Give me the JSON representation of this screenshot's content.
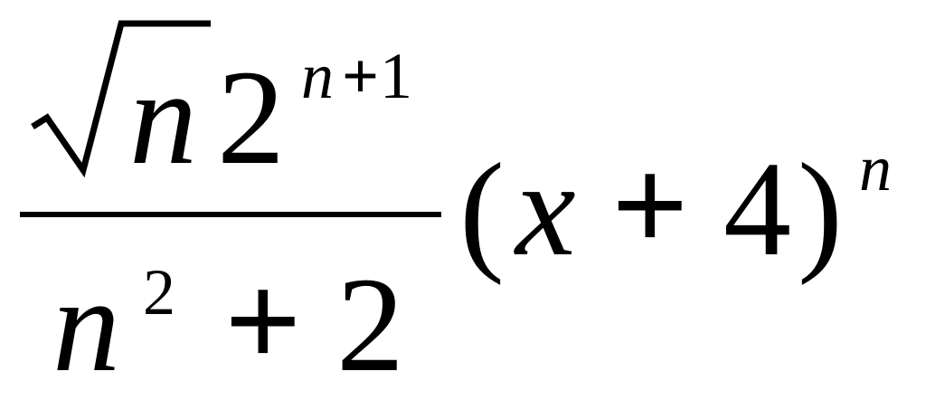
{
  "formula": {
    "numerator": {
      "radicand": "n",
      "base": "2",
      "exponent_variable": "n",
      "exponent_operator": "+",
      "exponent_constant": "1"
    },
    "denominator": {
      "variable": "n",
      "exponent": "2",
      "operator": "+",
      "constant": "2"
    },
    "factor": {
      "open_paren": "(",
      "variable": "x",
      "operator": "+",
      "constant": "4",
      "close_paren": ")",
      "exponent": "n"
    }
  }
}
